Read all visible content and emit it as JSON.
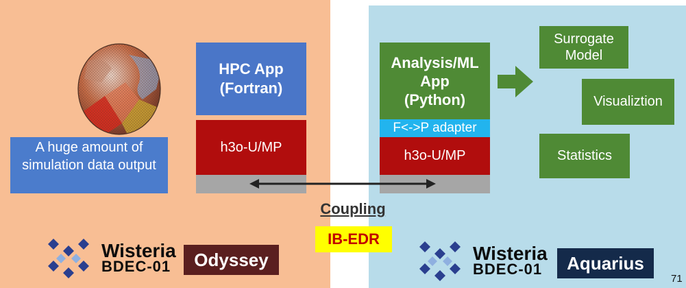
{
  "left": {
    "description": "A huge amount of simulation data output",
    "app": {
      "line1": "HPC App",
      "line2": "(Fortran)"
    },
    "middleware": "h3o-U/MP",
    "system": {
      "brand_line1": "Wisteria",
      "brand_line2": "BDEC-01",
      "name": "Odyssey"
    }
  },
  "right": {
    "app": {
      "line1": "Analysis/ML",
      "line2": "App",
      "line3": "(Python)"
    },
    "adapter": "F<->P adapter",
    "middleware": "h3o-U/MP",
    "outputs": {
      "surrogate": {
        "line1": "Surrogate",
        "line2": "Model"
      },
      "visualization": "Visualiztion",
      "statistics": "Statistics"
    },
    "system": {
      "brand_line1": "Wisteria",
      "brand_line2": "BDEC-01",
      "name": "Aquarius"
    }
  },
  "center": {
    "coupling": "Coupling",
    "network": "IB-EDR"
  },
  "page_number": "71",
  "colors": {
    "left_bg": "#f8be94",
    "right_bg": "#b8dcea",
    "blue": "#4a76c8",
    "red": "#b10d0d",
    "green": "#4f8a35",
    "cyan": "#22b4ee",
    "highlight": "#ffff00"
  }
}
